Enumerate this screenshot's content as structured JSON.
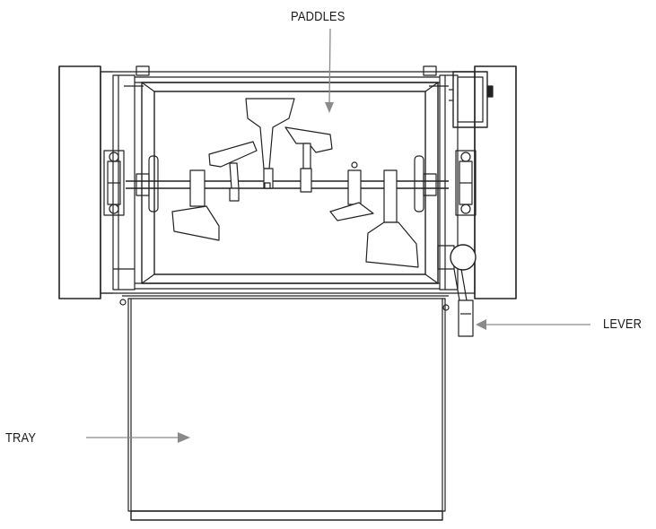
{
  "labels": {
    "paddles": "PADDLES",
    "lever": "LEVER",
    "tray": "TRAY"
  },
  "colors": {
    "line": "#222222",
    "arrow": "#8a8a8a",
    "background": "#ffffff"
  }
}
